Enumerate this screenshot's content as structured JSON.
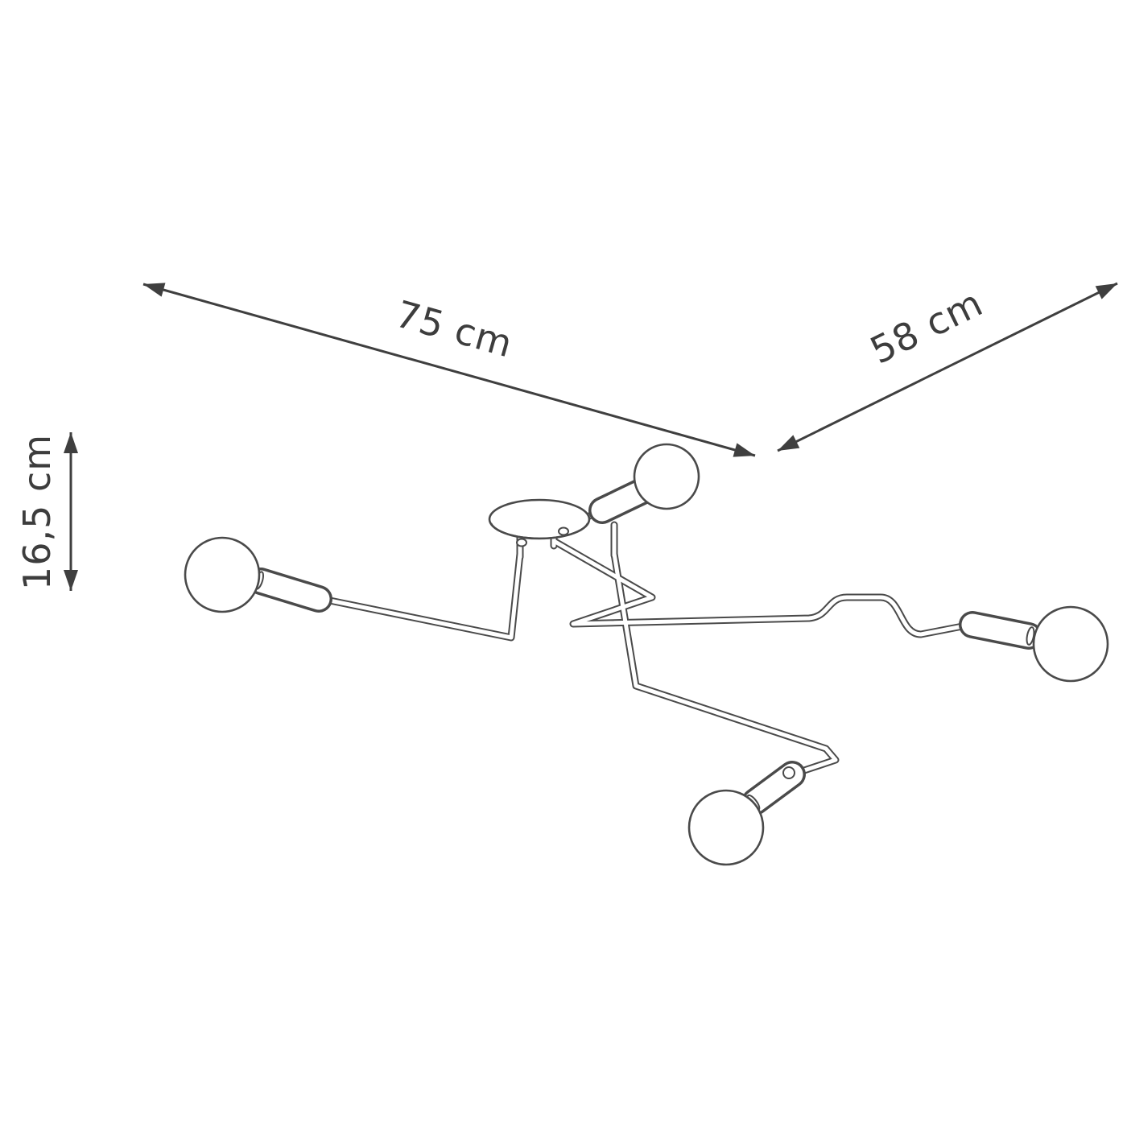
{
  "page": {
    "background_color": "#ffffff"
  },
  "diagram": {
    "kind": "product-dimension-line-drawing",
    "subject": "four-arm industrial ceiling lamp",
    "bulb_count": 4,
    "stroke_color": "#4a4a4a",
    "dimension_line_color": "#3f3f3f",
    "label_color": "#3d3d3d",
    "dimensions": {
      "width": {
        "label": "75 cm",
        "value": 75,
        "unit": "cm"
      },
      "depth": {
        "label": "58 cm",
        "value": 58,
        "unit": "cm"
      },
      "height": {
        "label": "16,5 cm",
        "value": 16.5,
        "unit": "cm"
      }
    }
  }
}
